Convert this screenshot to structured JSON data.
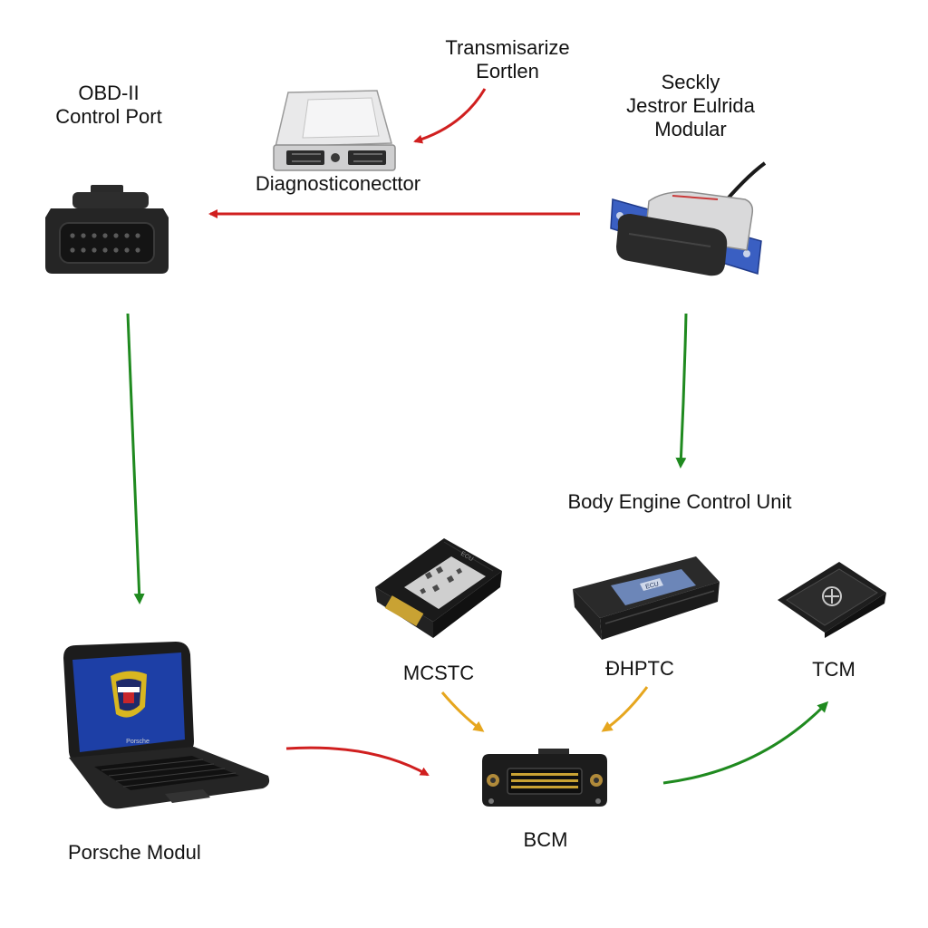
{
  "labels": {
    "obd_port": [
      "OBD-II",
      "Control Port"
    ],
    "transmisarize": [
      "Transmisarize",
      "Eortlen"
    ],
    "seckly": [
      "Seckly",
      "Jestror Eulrida",
      "Modular"
    ],
    "diagnostic": "Diagnosticonecttor",
    "body_ecu": "Body Engine Control Unit",
    "mcstc": "MCSTC",
    "dhptc": "ÐHPTC",
    "tcm": "TCM",
    "porsche": "Porsche Modul",
    "bcm": "BCM"
  },
  "device_text": {
    "laptop_brand": "Porsche",
    "mcstc_chip_label": "ECU",
    "dhptc_screen": "ECU"
  },
  "colors": {
    "red_arrow": "#d01f1f",
    "green_arrow": "#1f8a1f",
    "orange_arrow": "#e6a61e",
    "laptop_screen": "#1d3fa6",
    "plate_blue": "#3a5fc2"
  },
  "icons": [
    "obd-connector-icon",
    "diagnostic-connector-icon",
    "interface-module-icon",
    "laptop-icon",
    "mcstc-module-icon",
    "dhptc-module-icon",
    "tcm-module-icon",
    "bcm-module-icon"
  ]
}
